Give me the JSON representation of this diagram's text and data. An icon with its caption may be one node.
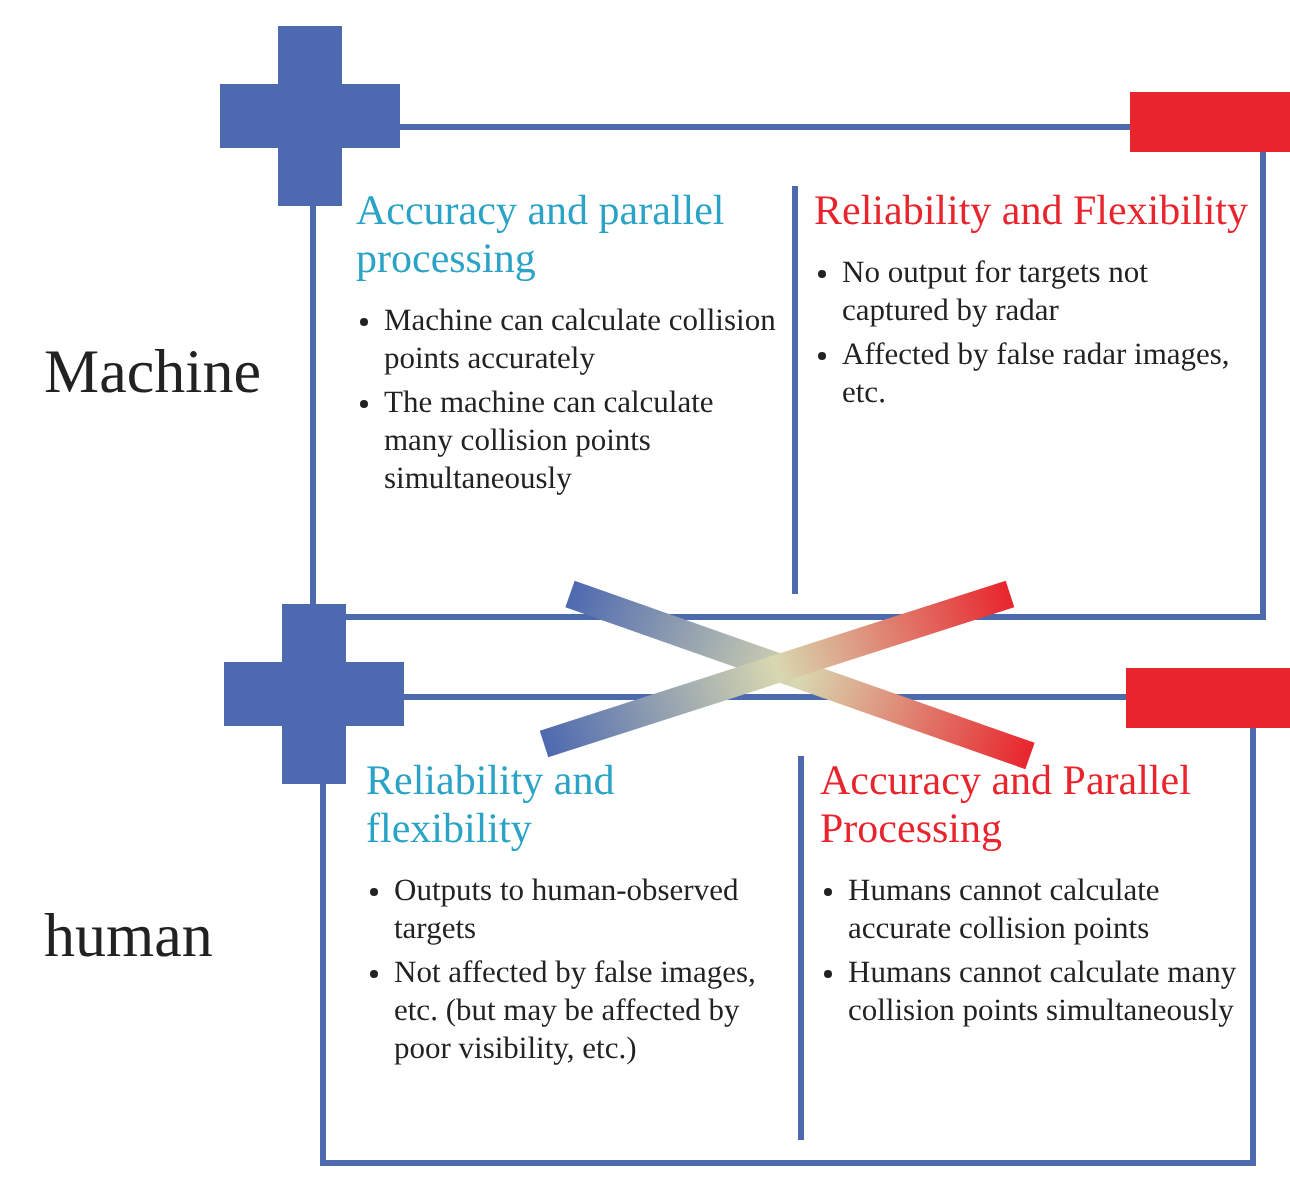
{
  "diagram": {
    "nodes": [
      {
        "text": [],
        "shape": "box"
      },
      {
        "text": [
          "Accuracy and parallel processing",
          "Machine can calculate collision points accurately",
          "The machine can calculate many collision points simultaneously"
        ],
        "in": 0
      },
      {
        "text": [
          "Reliability and Flexibility",
          "No output for targets not captured by radar",
          "Affected by false radar images, etc."
        ],
        "in": 0
      },
      {
        "text": [],
        "shape": "box"
      },
      {
        "text": [
          "Reliability and flexibility",
          "Outputs to human-observed targets",
          "Not affected by false images, etc. (but may be affected by poor visibility, etc.)"
        ],
        "in": 3
      },
      {
        "text": [
          "Accuracy and Parallel Processing",
          "Humans cannot calculate accurate collision points",
          "Humans cannot calculate many collision points simultaneously"
        ],
        "in": 3
      }
    ],
    "edges": [],
    "labels": [
      "Machine",
      "human"
    ]
  }
}
